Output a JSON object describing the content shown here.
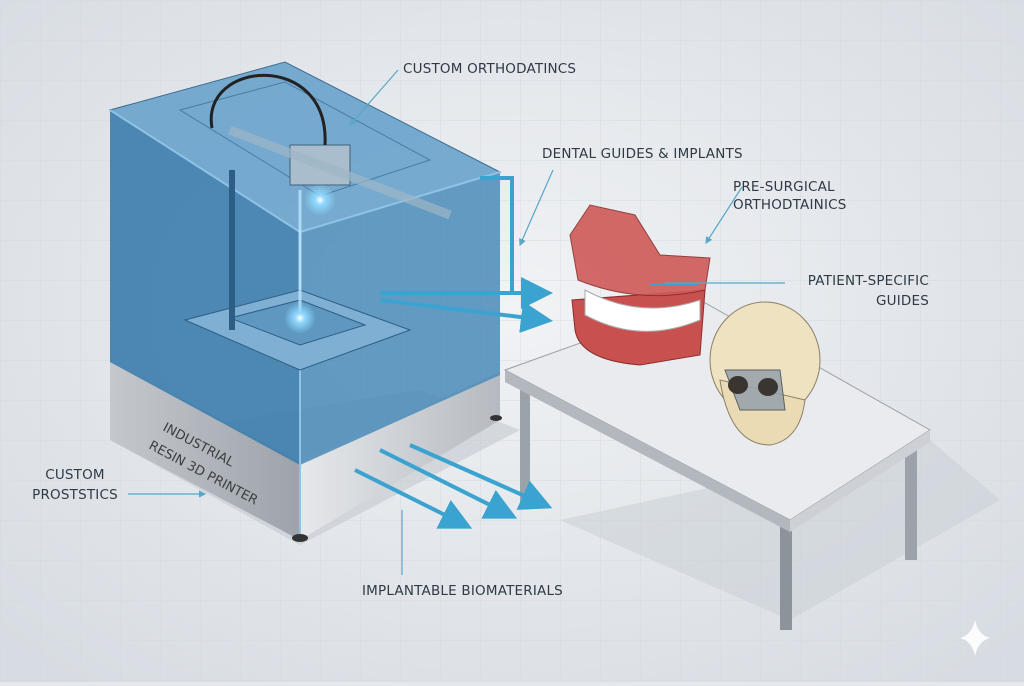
{
  "labels": {
    "custom_orthodontics": "CUSTOM ORTHODATINCS",
    "dental_guides": "DENTAL GUIDES & IMPLANTS",
    "pre_surgical_line1": "PRE-SURGICAL",
    "pre_surgical_line2": "ORTHODTAINICS",
    "patient_specific_line1": "PATIENT-SPECIFIC",
    "patient_specific_line2": "GUIDES",
    "custom_prosthetics_line1": "CUSTOM",
    "custom_prosthetics_line2": "PROSTSTICS",
    "implantable": "IMPLANTABLE BIOMATERIALS"
  },
  "printer": {
    "label_line1": "INDUSTRIAL",
    "label_line2": "RESIN 3D PRINTER"
  },
  "colors": {
    "background": "#e4e7eb",
    "accent": "#3aa3cf",
    "enclosure": "#3f7fae",
    "resin_red": "#c8504e",
    "bone": "#efe2c0"
  }
}
